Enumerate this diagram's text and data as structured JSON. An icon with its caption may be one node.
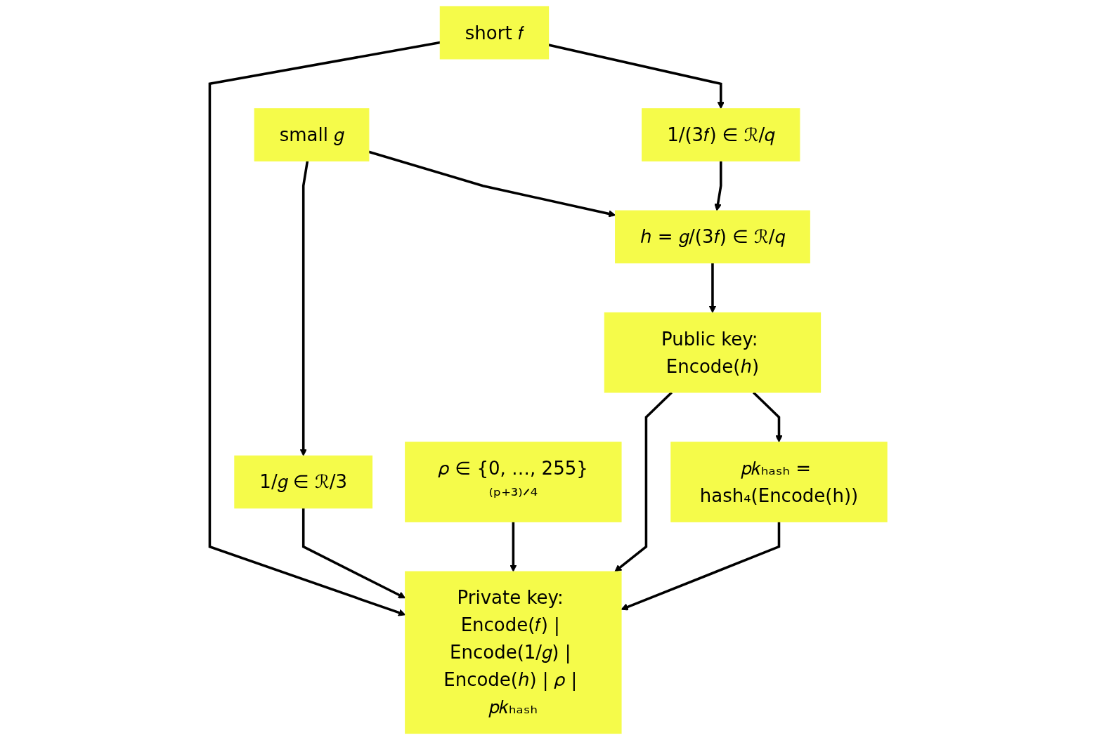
{
  "diagram": {
    "nodes": [
      {
        "text": [
          "small 𝑔"
        ]
      },
      {
        "text": [
          "short 𝑓"
        ]
      },
      {
        "text": [
          "1/𝑔 ∈ ℛ/3"
        ]
      },
      {
        "text": [
          "1/(3𝑓) ∈ ℛ/𝑞"
        ]
      },
      {
        "text": [
          "ℎ = 𝑔/(3𝑓) ∈ ℛ/𝑞"
        ]
      },
      {
        "text": [
          "𝜌 ∈ {0, …, 255}⁽ᵖ⁺³⁾ᐟ⁴"
        ]
      },
      {
        "text": [
          "Public key: Encode(ℎ)"
        ]
      },
      {
        "text": [
          "𝑝𝑘ₕₐₛₕ = hash₄(Encode(h))"
        ]
      },
      {
        "text": [
          "Private key: Encode(𝑓) | Encode(1/𝑔) | Encode(ℎ) | 𝜌 | 𝑝𝑘ₕₐₛₕ"
        ]
      }
    ],
    "edges": [
      {
        "from": 0,
        "to": 2,
        "arrow": "to"
      },
      {
        "from": 0,
        "to": 4,
        "arrow": "to"
      },
      {
        "from": 1,
        "to": 3,
        "arrow": "to"
      },
      {
        "from": 1,
        "to": 8,
        "arrow": "to"
      },
      {
        "from": 3,
        "to": 4,
        "arrow": "to"
      },
      {
        "from": 2,
        "to": 8,
        "arrow": "to"
      },
      {
        "from": 4,
        "to": 6,
        "arrow": "to"
      },
      {
        "from": 5,
        "to": 8,
        "arrow": "to"
      },
      {
        "from": 6,
        "to": 8,
        "arrow": "to"
      },
      {
        "from": 6,
        "to": 7,
        "arrow": "to"
      },
      {
        "from": 7,
        "to": 8,
        "arrow": "to"
      }
    ]
  }
}
